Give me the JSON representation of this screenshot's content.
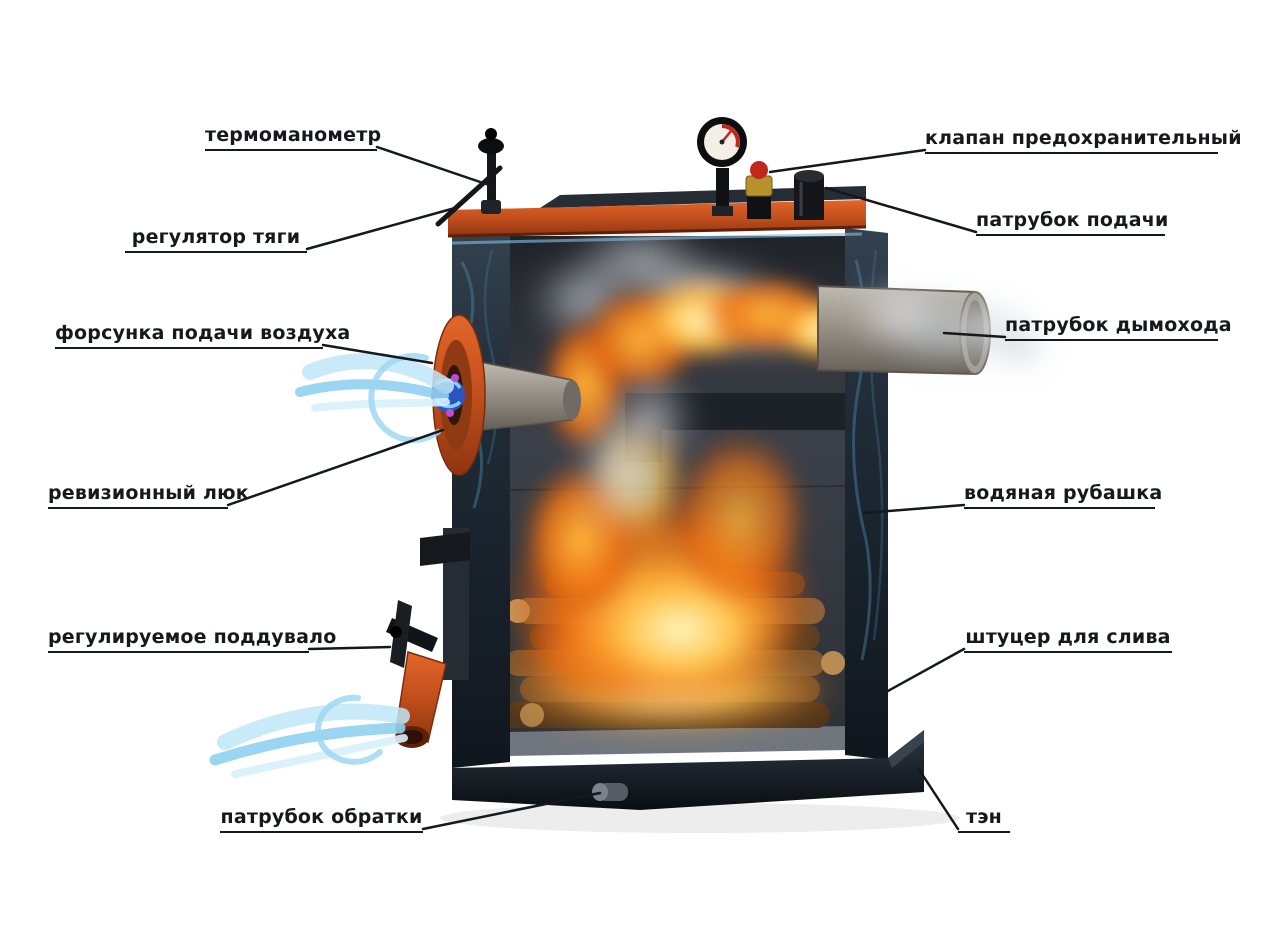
{
  "diagram": {
    "subject": "solid-fuel-boiler-cutaway",
    "background": "#ffffff"
  },
  "palette": {
    "label_color": "#15181c",
    "leader_line_color": "#15181c",
    "casing_orange": "#c24f1c",
    "water_jacket_dark": "#1f2b36",
    "flame_orange": "#f07413",
    "flame_yellow": "#ffc44d",
    "smoke_gray": "#b9bec4",
    "air_blue": "#8fd0ef",
    "valve_brass": "#b8912f",
    "valve_red": "#c0271d"
  },
  "labels": {
    "thermomanometer": {
      "label": "термоманометр"
    },
    "draft_regulator": {
      "label": "регулятор тяги"
    },
    "air_supply_nozzle": {
      "label": "форсунка подачи воздуха"
    },
    "inspection_hatch": {
      "label": "ревизионный люк"
    },
    "adjustable_ash_damper": {
      "label": "регулируемое поддувало"
    },
    "return_pipe": {
      "label": "патрубок обратки"
    },
    "safety_valve": {
      "label": "клапан предохранительный"
    },
    "supply_pipe": {
      "label": "патрубок подачи"
    },
    "chimney_pipe": {
      "label": "патрубок дымохода"
    },
    "water_jacket": {
      "label": "водяная рубашка"
    },
    "drain_fitting": {
      "label": "штуцер для слива"
    },
    "heating_element": {
      "label": "тэн"
    }
  }
}
